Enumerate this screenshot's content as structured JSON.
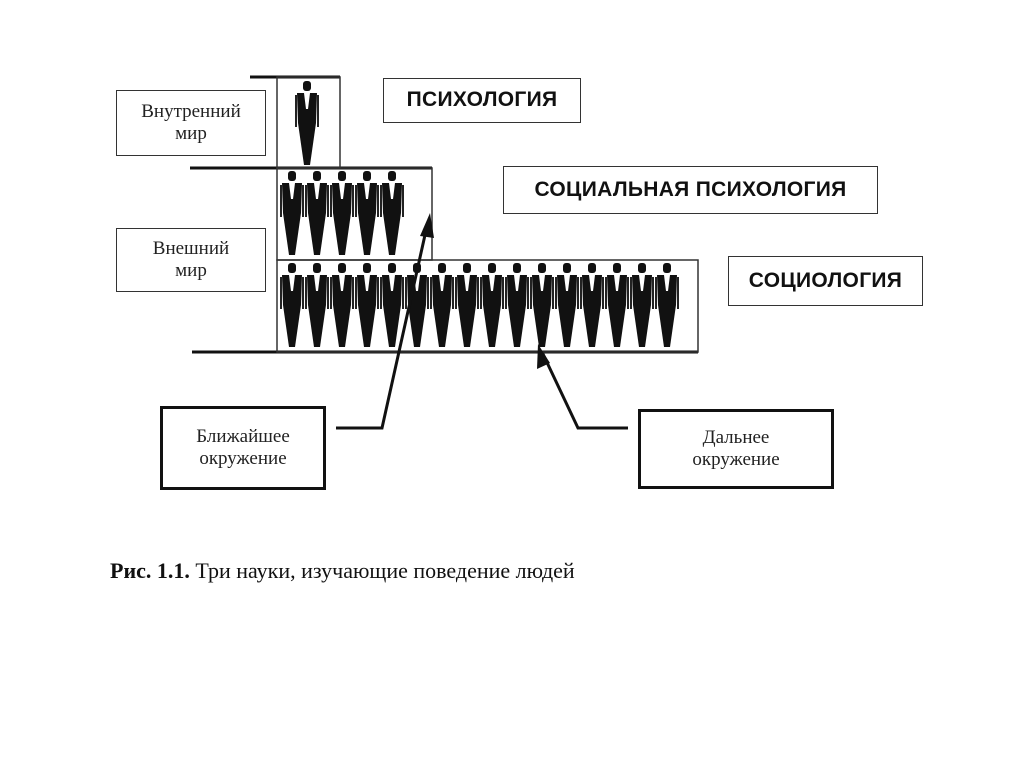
{
  "labels": {
    "inner_world": "Внутренний\nмир",
    "outer_world": "Внешний\nмир",
    "psychology": "ПСИХОЛОГИЯ",
    "social_psychology": "СОЦИАЛЬНАЯ ПСИХОЛОГИЯ",
    "sociology": "СОЦИОЛОГИЯ",
    "near_environment": "Ближайшее\nокружение",
    "far_environment": "Дальнее\nокружение"
  },
  "caption": {
    "prefix": "Рис. 1.1.",
    "text": " Три науки, изучающие поведение людей"
  },
  "figure_counts": {
    "individual": 1,
    "social_group": 5,
    "society": 16
  }
}
